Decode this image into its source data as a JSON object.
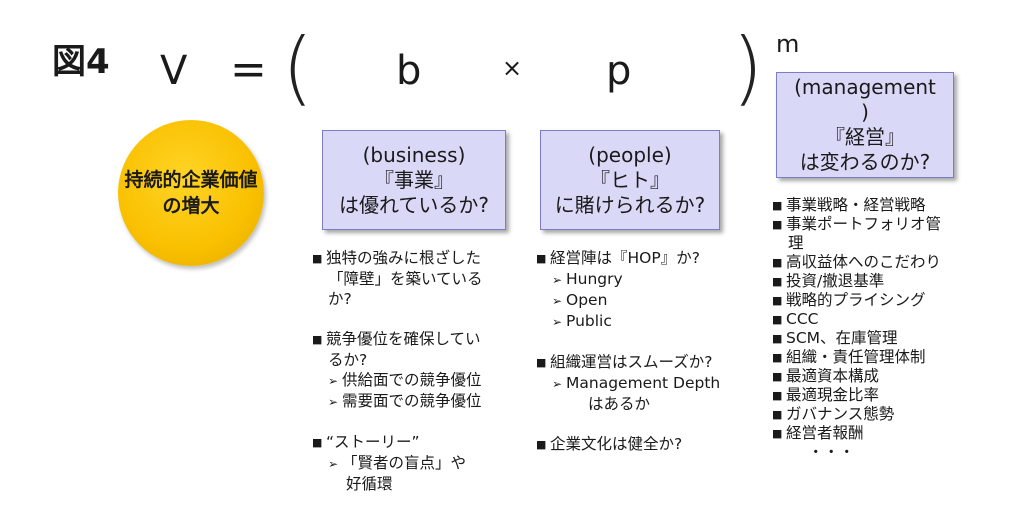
{
  "figure_label": "図4",
  "formula": {
    "v": "V",
    "equals": "=",
    "b": "b",
    "times": "×",
    "p": "p",
    "exponent": "m"
  },
  "circle": {
    "line1": "持続的企業価値",
    "line2": "の増大"
  },
  "business": {
    "line1": "(business)",
    "line2": "『事業』",
    "line3": "は優れているか?",
    "bullets": {
      "b1_l1": "独特の強みに根ざした",
      "b1_l2": "「障壁」を築いている",
      "b1_l3": "か?",
      "b2_l1": "競争優位を確保してい",
      "b2_l2": "るか?",
      "b2_s1": "供給面での競争優位",
      "b2_s2": "需要面での競争優位",
      "b3_l1": "“ストーリー”",
      "b3_s1_l1": "「賢者の盲点」や",
      "b3_s1_l2": "好循環"
    }
  },
  "people": {
    "line1": "(people)",
    "line2": "『ヒト』",
    "line3": "に賭けられるか?",
    "bullets": {
      "b1": "経営陣は『HOP』か?",
      "b1_s1": "Hungry",
      "b1_s2": "Open",
      "b1_s3": "Public",
      "b2": "組織運営はスムーズか?",
      "b2_s1_l1": "Management Depth",
      "b2_s1_l2": "はあるか",
      "b3": "企業文化は健全か?"
    }
  },
  "management": {
    "line1": "(management",
    "line2": ")",
    "line3": "『経営』",
    "line4": "は変わるのか?",
    "items": {
      "i1": "事業戦略・経営戦略",
      "i2_l1": "事業ポートフォリオ管",
      "i2_l2": "理",
      "i3": "高収益体へのこだわり",
      "i4": "投資/撤退基準",
      "i5": "戦略的プライシング",
      "i6": "CCC",
      "i7": "SCM、在庫管理",
      "i8": "組織・責任管理体制",
      "i9": "最適資本構成",
      "i10": "最適現金比率",
      "i11": "ガバナンス態勢",
      "i12": "経営者報酬",
      "ellipsis": "・・・"
    }
  },
  "colors": {
    "box_fill": "#d9d9f7",
    "box_border": "#7d7dc7",
    "circle_fill": "#f9c000"
  }
}
